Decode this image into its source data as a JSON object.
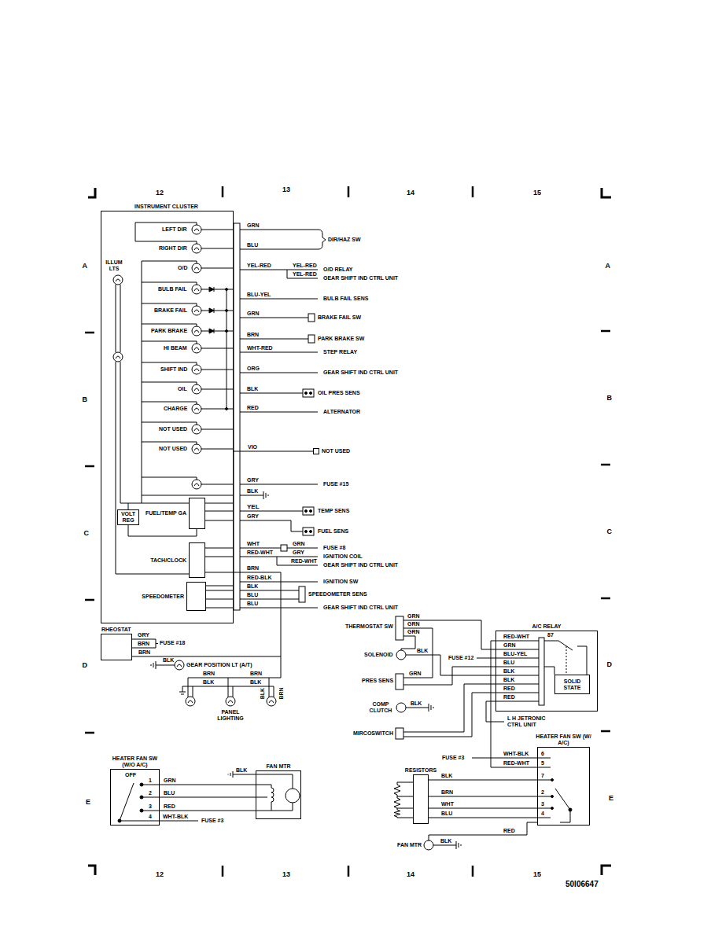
{
  "diagram": {
    "nodes": [
      {
        "text": [
          "INSTRUMENT CLUSTER"
        ]
      },
      {
        "text": [
          "VOLT REG"
        ],
        "in": 0
      },
      {
        "text": [
          "FUEL/TEMP GA"
        ],
        "in": 0
      },
      {
        "text": [
          "TACH/CLOCK"
        ],
        "in": 0
      },
      {
        "text": [
          "SPEEDOMETER"
        ],
        "in": 0
      },
      {
        "text": [
          "RHEOSTAT"
        ]
      },
      {
        "text": [
          "NOT USED"
        ]
      },
      {
        "text": [
          "HEATER FAN SW (W/O A/C)",
          "OFF"
        ]
      },
      {
        "text": [
          "FAN MTR"
        ]
      },
      {
        "text": [
          "A/C RELAY"
        ]
      },
      {
        "text": [
          "SOLID STATE"
        ],
        "in": 9
      },
      {
        "text": [
          "HEATER FAN SW (W/ A/C)"
        ]
      },
      {
        "text": [
          "RESISTORS"
        ]
      }
    ],
    "edges": [
      {
        "from": 0,
        "to": 6,
        "arrow": "none",
        "label": "VIO"
      },
      {
        "from": 5,
        "to": 0,
        "arrow": "none",
        "label": "BRN"
      },
      {
        "from": 7,
        "to": 8,
        "arrow": "none",
        "label": "GRN"
      },
      {
        "from": 7,
        "to": 8,
        "arrow": "none",
        "label": "BLU"
      },
      {
        "from": 7,
        "to": 8,
        "arrow": "none",
        "label": "RED"
      },
      {
        "from": 12,
        "to": 11,
        "arrow": "none",
        "label": "BLK"
      },
      {
        "from": 12,
        "to": 11,
        "arrow": "none",
        "label": "BRN"
      },
      {
        "from": 12,
        "to": 11,
        "arrow": "none",
        "label": "WHT"
      },
      {
        "from": 12,
        "to": 11,
        "arrow": "none",
        "label": "BLU"
      }
    ],
    "labels": [
      "12",
      "13",
      "14",
      "15",
      "A",
      "A",
      "B",
      "B",
      "C",
      "C",
      "D",
      "D",
      "E",
      "E",
      "12",
      "13",
      "14",
      "15",
      "50I06647",
      "ILLUM LTS",
      "LEFT DIR",
      "RIGHT DIR",
      "O/D",
      "BULB FAIL",
      "BRAKE FAIL",
      "PARK BRAKE",
      "HI BEAM",
      "SHIFT IND",
      "OIL",
      "CHARGE",
      "NOT USED",
      "NOT USED",
      "GRN",
      "BLU",
      "YEL-RED",
      "YEL-RED",
      "YEL-RED",
      "BLU-YEL",
      "GRN",
      "BRN",
      "WHT-RED",
      "ORG",
      "BLK",
      "RED",
      "GRY",
      "BLK",
      "YEL",
      "GRY",
      "WHT",
      "RED-WHT",
      "GRN",
      "GRY",
      "RED-WHT",
      "BRN",
      "RED-BLK",
      "BLK",
      "BLU",
      "BLU",
      "DIR/HAZ SW",
      "O/D RELAY",
      "GEAR SHIFT IND CTRL UNIT",
      "BULB FAIL SENS",
      "BRAKE FAIL SW",
      "PARK BRAKE SW",
      "STEP RELAY",
      "GEAR SHIFT IND CTRL UNIT",
      "OIL PRES SENS",
      "ALTERNATOR",
      "FUSE #15",
      "TEMP SENS",
      "FUEL SENS",
      "FUSE #8",
      "IGNITION COIL",
      "GEAR SHIFT IND CTRL UNIT",
      "IGNITION SW",
      "SPEEDOMETER SENS",
      "GEAR SHIFT IND CTRL UNIT",
      "GRY",
      "BRN",
      "FUSE #18",
      "BLK",
      "GEAR POSITION LT (A/T)",
      "BRN",
      "BLK",
      "BRN",
      "BLK",
      "BLK",
      "BRN",
      "PANEL LIGHTING",
      "1",
      "2",
      "3",
      "4",
      "WHT-BLK",
      "FUSE #3",
      "BLK",
      "THERMOSTAT SW",
      "SOLENOID",
      "PRES SENS",
      "COMP CLUTCH",
      "MIRCOSWITCH",
      "GRN",
      "GRN",
      "GRN",
      "BLK",
      "GRN",
      "BLK",
      "FUSE #12",
      "RED-WHT",
      "GRN",
      "BLU-YEL",
      "BLU",
      "BLK",
      "BLK",
      "RED",
      "RED",
      "87",
      "L H JETRONIC CTRL UNIT",
      "FUSE #3",
      "WHT-BLK",
      "RED-WHT",
      "RED",
      "FAN MTR",
      "BLK",
      "6",
      "5",
      "7",
      "2",
      "3",
      "4"
    ]
  }
}
